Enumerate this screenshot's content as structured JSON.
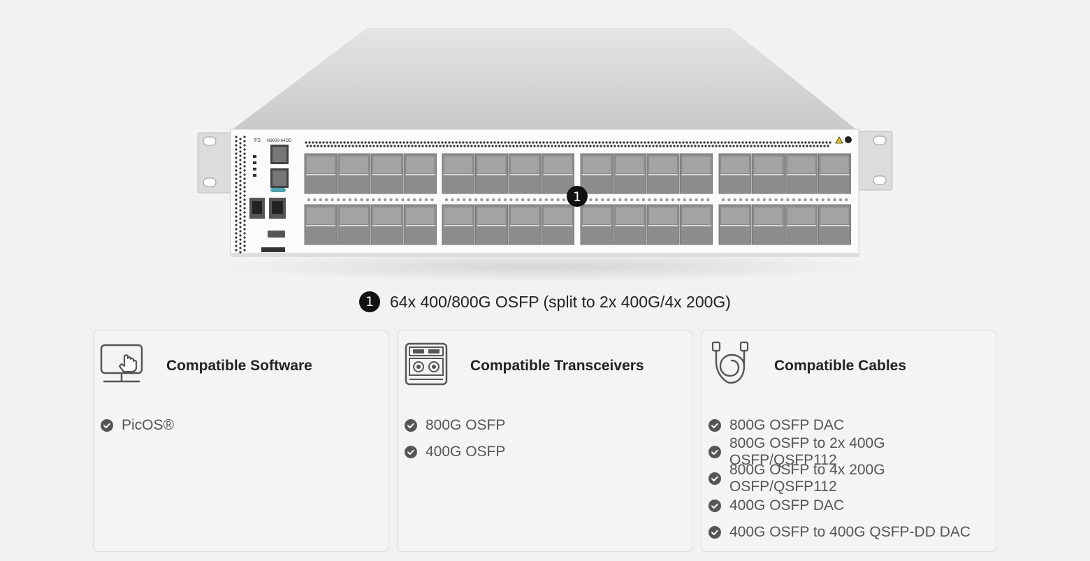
{
  "hero": {
    "brand_label": "FS",
    "model_label": "N9600-64OD",
    "port_badge_number": "1"
  },
  "callout": {
    "number": "1",
    "text": "64x 400/800G OSFP (split to 2x 400G/4x 200G)"
  },
  "cards": [
    {
      "icon": "touch-screen-icon",
      "title": "Compatible Software",
      "items": [
        "PicOS®"
      ]
    },
    {
      "icon": "transceiver-icon",
      "title": "Compatible Transceivers",
      "items": [
        "800G OSFP",
        "400G OSFP"
      ]
    },
    {
      "icon": "cable-icon",
      "title": "Compatible Cables",
      "items": [
        "800G OSFP DAC",
        "800G OSFP to 2x 400G OSFP/QSFP112",
        "800G OSFP to 4x 200G OSFP/QSFP112",
        "400G OSFP DAC",
        "400G OSFP to 400G QSFP-DD DAC"
      ]
    }
  ],
  "colors": {
    "background": "#f2f2f2",
    "card_border": "#dcdcdc",
    "check": "#555555",
    "badge": "#111111"
  }
}
